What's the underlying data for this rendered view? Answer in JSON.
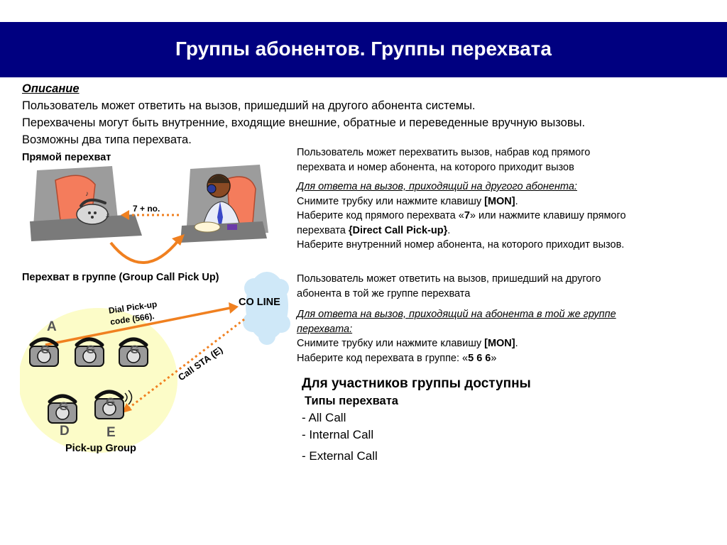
{
  "title": "Группы абонентов. Группы перехвата",
  "description": {
    "heading": "Описание",
    "lines": [
      "Пользователь может ответить на вызов, пришедший на другого абонента системы.",
      "Перехвачены могут быть внутренние, входящие внешние, обратные и переведенные вручную вызовы.",
      "Возможны два типа перехвата."
    ]
  },
  "direct": {
    "label": "Прямой перехват",
    "arrow_label": "7 + no.",
    "summary": [
      "Пользователь может перехватить вызов, набрав код прямого",
      "перехвата и номер абонента, на которого приходит вызов"
    ],
    "instr_heading": "Для ответа на вызов, приходящий на другого абонента:",
    "step1": "Снимите трубку или нажмите клавишу ",
    "step1_key": "[MON]",
    "step1_end": ".",
    "step2_a": "Наберите код прямого перехвата «",
    "step2_code": "7",
    "step2_b": "» или нажмите клавишу прямого",
    "step2_c": "перехвата ",
    "step2_key": "{Direct Call Pick-up}",
    "step2_end": ".",
    "step3": "Наберите внутренний номер абонента, на которого приходит вызов."
  },
  "group": {
    "label": "Перехват в группе (Group Call Pick Up)",
    "co_line": "CO LINE",
    "dial_label_1": "Dial Pick-up",
    "dial_label_2": "code (566).",
    "call_sta": "Call STA (E)",
    "letter_a": "A",
    "letter_d": "D",
    "letter_e": "E",
    "phone_glyph": "G",
    "pickup_group": "Pick-up Group",
    "summary": [
      "Пользователь может ответить на вызов, пришедший на другого",
      "абонента в той же группе перехвата"
    ],
    "instr_heading_1": "Для ответа на вызов, приходящий на абонента в той же группе",
    "instr_heading_2": "перехвата:",
    "step1": "Снимите трубку или нажмите клавишу ",
    "step1_key": "[MON]",
    "step1_end": ".",
    "step2_a": "Наберите код перехвата в группе: «",
    "step2_code": "5 6 6",
    "step2_b": "»"
  },
  "available": {
    "heading": "Для участников группы доступны",
    "subheading": "Типы перехвата",
    "items": [
      "- All Call",
      "- Internal Call",
      "- External Call"
    ]
  },
  "colors": {
    "header_bg": "#000080",
    "arrow": "#f08020",
    "group_oval": "#fcfcc8",
    "cloud": "#cfe8f8"
  }
}
